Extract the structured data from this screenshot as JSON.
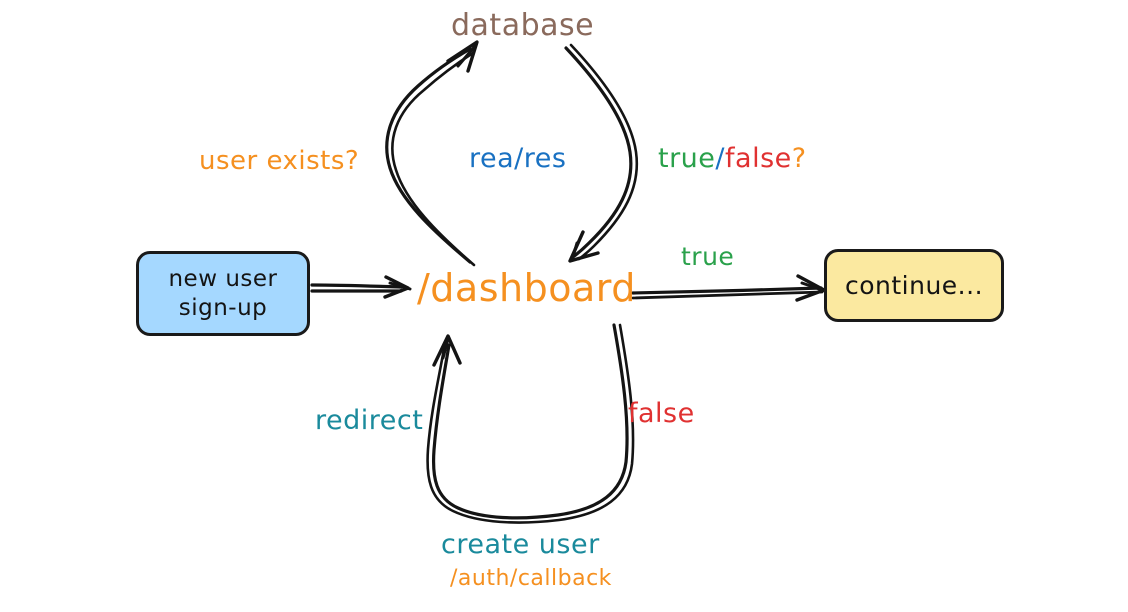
{
  "diagram": {
    "title": "new user sign-up authentication flow",
    "background": "#ffffff",
    "nodes": [
      {
        "id": "new-user-signup",
        "label": "new user\nsign-up",
        "line1": "new user",
        "line2": "sign-up",
        "shape": "rounded-rect",
        "fill": "#a5d8ff",
        "stroke": "#1a1a1a",
        "text_color": "#141414"
      },
      {
        "id": "dashboard",
        "label": "/dashboard",
        "shape": "text",
        "fill": "none",
        "text_color": "#f59020"
      },
      {
        "id": "continue",
        "label": "continue...",
        "shape": "rounded-rect",
        "fill": "#fbe9a0",
        "stroke": "#1a1a1a",
        "text_color": "#141414"
      },
      {
        "id": "database",
        "label": "database",
        "shape": "text",
        "fill": "none",
        "text_color": "#8a6a5c"
      }
    ],
    "edges": [
      {
        "id": "signup-to-dashboard",
        "from": "new-user-signup",
        "to": "dashboard",
        "label": "",
        "style": "straight-arrow"
      },
      {
        "id": "dashboard-to-database",
        "from": "dashboard",
        "to": "database",
        "label": "user exists?",
        "label_color": "#f59020",
        "style": "curve-arrow"
      },
      {
        "id": "database-to-dashboard",
        "from": "database",
        "to": "dashboard",
        "label_parts": [
          {
            "text": "true",
            "color": "#2aa14b"
          },
          {
            "text": "/",
            "color": "#1971c2"
          },
          {
            "text": "false",
            "color": "#e03131"
          },
          {
            "text": "?",
            "color": "#f59020"
          }
        ],
        "style": "curve-arrow"
      },
      {
        "id": "dashboard-to-continue",
        "from": "dashboard",
        "to": "continue",
        "label": "true",
        "label_color": "#2aa14b",
        "style": "straight-arrow"
      },
      {
        "id": "dashboard-false-loop",
        "from": "dashboard",
        "to": "dashboard",
        "label": "false",
        "label_color": "#e03131",
        "return_label": "redirect",
        "return_label_color": "#1a8a9c",
        "style": "u-loop-arrow"
      }
    ],
    "annotations": [
      {
        "id": "rea-res",
        "text": "rea/res",
        "color": "#1971c2"
      },
      {
        "id": "create-user",
        "text": "create user",
        "color": "#1a8a9c"
      },
      {
        "id": "auth-callback",
        "text": "/auth/callback",
        "color": "#f59020"
      }
    ]
  },
  "labels": {
    "database": "database",
    "user_exists": "user exists?",
    "rea_res": "rea/res",
    "true_part": "true",
    "slash_part": "/",
    "false_part": "false",
    "question_part": "?",
    "true_right": "true",
    "dashboard": "/dashboard",
    "redirect": "redirect",
    "false_bottom": "false",
    "create_user": "create user",
    "auth_callback": "/auth/callback",
    "new_user_line1": "new user",
    "new_user_line2": "sign-up",
    "continue": "continue..."
  },
  "colors": {
    "brown": "#8a6a5c",
    "orange": "#f59020",
    "blue": "#1971c2",
    "green": "#2aa14b",
    "red": "#e03131",
    "teal": "#1a8a9c",
    "ink": "#141414",
    "box_blue": "#a5d8ff",
    "box_yellow": "#fbe9a0"
  }
}
